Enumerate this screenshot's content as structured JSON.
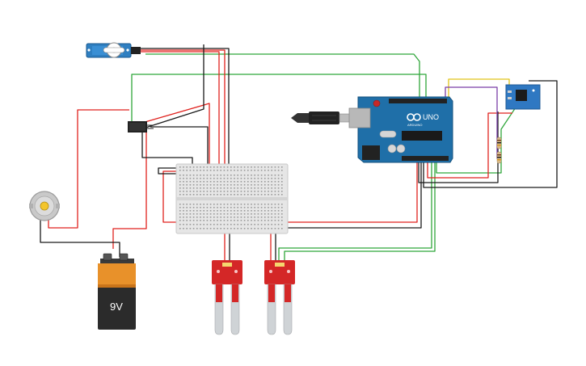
{
  "battery": {
    "label": "9V"
  },
  "arduino": {
    "brand": "ARDUINO",
    "model": "UNO"
  },
  "servo": {
    "label": ""
  },
  "colors": {
    "wire_red": "#e0221e",
    "wire_black": "#1a1a1a",
    "wire_green": "#2fa63a",
    "wire_yellow": "#e0c419",
    "wire_purple": "#7b3fa8",
    "arduino_blue": "#1f6fa8",
    "sensor_red": "#d42727",
    "breadboard": "#e6e6e6"
  },
  "components": [
    "servo-motor",
    "dc-motor",
    "9v-battery",
    "transistor-relay",
    "breadboard",
    "soil-moisture-sensor-1",
    "soil-moisture-sensor-2",
    "arduino-uno",
    "usb-cable",
    "rtc-module",
    "resistor-1",
    "resistor-2"
  ]
}
